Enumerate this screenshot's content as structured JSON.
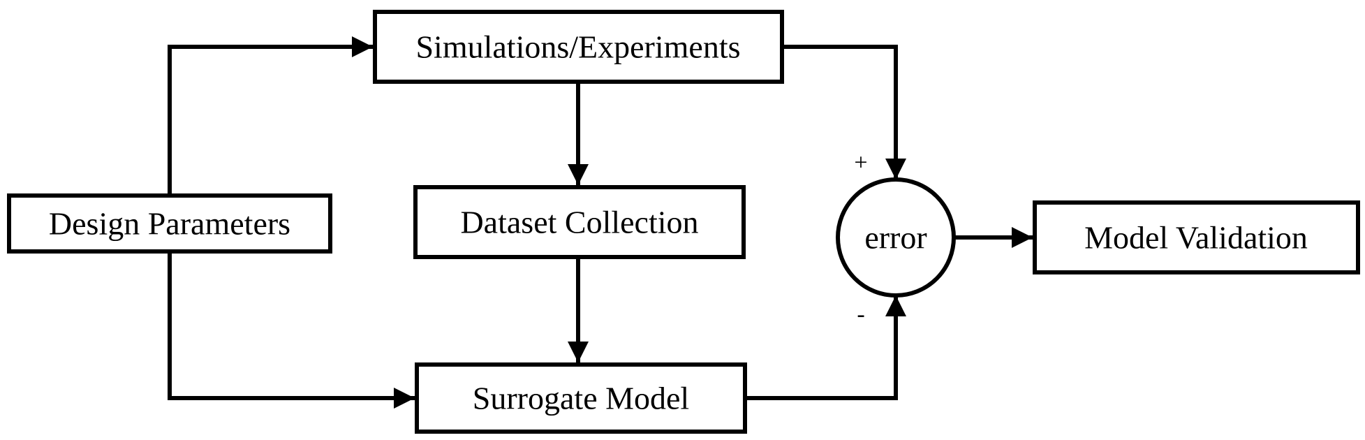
{
  "diagram": {
    "nodes": {
      "design_parameters": "Design Parameters",
      "simulations_experiments": "Simulations/Experiments",
      "dataset_collection": "Dataset Collection",
      "surrogate_model": "Surrogate Model",
      "error": "error",
      "model_validation": "Model Validation"
    },
    "signs": {
      "plus": "+",
      "minus": "-"
    },
    "edges": [
      {
        "from": "Design Parameters",
        "to": "Simulations/Experiments"
      },
      {
        "from": "Design Parameters",
        "to": "Surrogate Model"
      },
      {
        "from": "Simulations/Experiments",
        "to": "Dataset Collection"
      },
      {
        "from": "Dataset Collection",
        "to": "Surrogate Model"
      },
      {
        "from": "Simulations/Experiments",
        "to": "error",
        "sign": "+"
      },
      {
        "from": "Surrogate Model",
        "to": "error",
        "sign": "-"
      },
      {
        "from": "error",
        "to": "Model Validation"
      }
    ],
    "colors": {
      "stroke": "#000000",
      "background": "#ffffff"
    }
  }
}
